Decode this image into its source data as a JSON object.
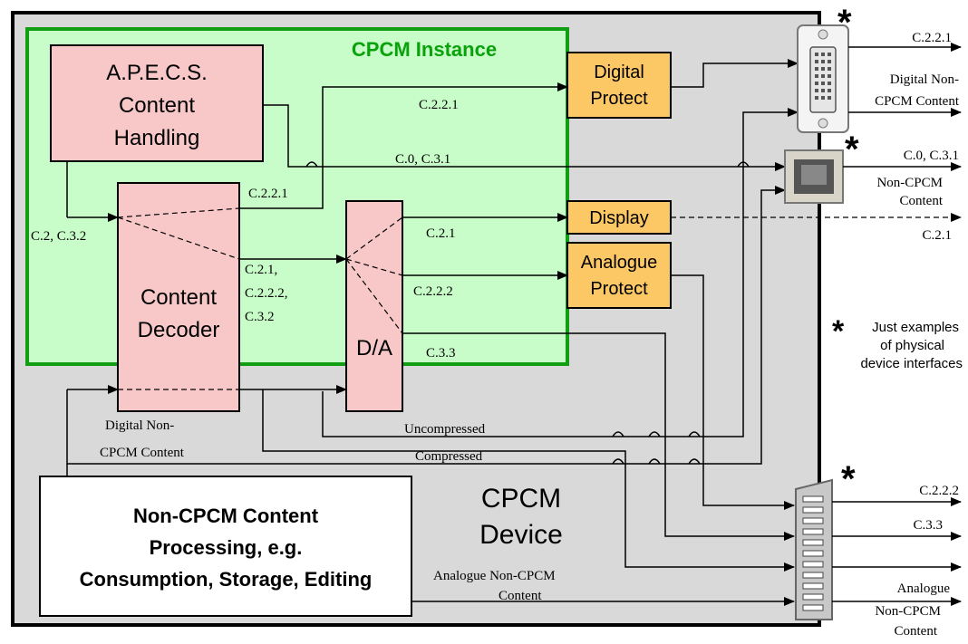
{
  "device": {
    "label_line1": "CPCM",
    "label_line2": "Device"
  },
  "instance": {
    "title": "CPCM Instance"
  },
  "blocks": {
    "apecs": {
      "line1": "A.P.E.C.S.",
      "line2": "Content",
      "line3": "Handling"
    },
    "decoder": {
      "line1": "Content",
      "line2": "Decoder"
    },
    "da": {
      "label": "D/A"
    },
    "digital_protect": {
      "line1": "Digital",
      "line2": "Protect"
    },
    "display": {
      "label": "Display"
    },
    "analogue_protect": {
      "line1": "Analogue",
      "line2": "Protect"
    },
    "noncpcm": {
      "line1": "Non-CPCM Content",
      "line2": "Processing, e.g.",
      "line3": "Consumption, Storage, Editing"
    }
  },
  "internal_labels": {
    "c221_top": "C.2.2.1",
    "c0_c31": "C.0, C.3.1",
    "c221_decoder": "C.2.2.1",
    "c2_c32": "C.2, C.3.2",
    "c21_group_1": "C.2.1,",
    "c21_group_2": "C.2.2.2,",
    "c21_group_3": "C.3.2",
    "c21_display": "C.2.1",
    "c222_analogue": "C.2.2.2",
    "c33": "C.3.3",
    "digital_noncpcm_1": "Digital Non-",
    "digital_noncpcm_2": "CPCM Content",
    "uncompressed": "Uncompressed",
    "compressed": "Compressed",
    "analogue_noncpcm_1": "Analogue Non-CPCM",
    "analogue_noncpcm_2": "Content"
  },
  "outputs": {
    "dvi_c221": "C.2.2.1",
    "dvi_digital_1": "Digital Non-",
    "dvi_digital_2": "CPCM Content",
    "rj45_c0": "C.0, C.3.1",
    "rj45_noncpcm_1": "Non-CPCM",
    "rj45_noncpcm_2": "Content",
    "display_c21": "C.2.1",
    "scart_c222": "C.2.2.2",
    "scart_c33": "C.3.3",
    "scart_analogue_1": "Analogue",
    "scart_analogue_2": "Non-CPCM",
    "scart_analogue_3": "Content"
  },
  "note": {
    "asterisk": "*",
    "line1": "Just examples",
    "line2": "of physical",
    "line3": "device interfaces"
  },
  "colors": {
    "device_fill": "#d9d9d9",
    "instance_fill": "#c8fcc8",
    "instance_border": "#129e12",
    "instance_title": "#0aa20a",
    "pink_block": "#f8c8c8",
    "orange_block": "#fcc866",
    "white_block": "#ffffff"
  },
  "icons": [
    "dvi-connector-icon",
    "rj45-connector-icon",
    "scart-connector-icon"
  ]
}
